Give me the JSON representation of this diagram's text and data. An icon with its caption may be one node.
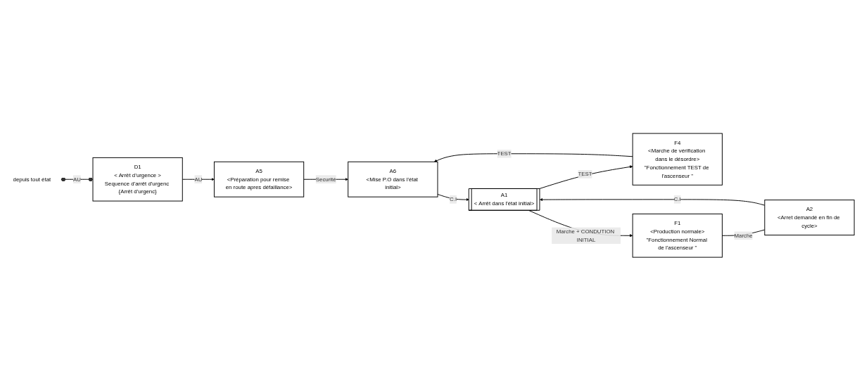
{
  "diagram": {
    "nodes": [
      {
        "text": [
          "A6",
          "<Mise P.O dans l'état initial>"
        ]
      },
      {
        "text": [
          "A1",
          "< Arrêt dans l'état initial>"
        ]
      },
      {
        "text": [
          "F4",
          "<Marche de vérification dans le désordre>",
          "\"Fonctionnement TEST de l'ascenseur \""
        ]
      },
      {
        "text": [
          "A5",
          "<Préparation pour remise en route apres défaillance>"
        ]
      },
      {
        "text": [
          "A2",
          "<Arret demandé en fin de cycle>"
        ]
      },
      {
        "text": [
          "F1",
          "<Production normale>",
          "\"Fonctionnement Normal de l'ascenseur \""
        ]
      },
      {
        "text": [
          "D1",
          "< Arrêt d’urgence >",
          "Sequence d'arrêt d'urgenc {Arrêt d'urgenc}"
        ]
      },
      {
        "text": [
          "depuis tout état"
        ]
      }
    ],
    "edges": [
      {
        "from": 2,
        "to": 0,
        "arrow": "to",
        "label": "TEST"
      },
      {
        "from": 0,
        "to": 1,
        "arrow": "to",
        "label": "C.I"
      },
      {
        "from": 1,
        "to": 2,
        "arrow": "to",
        "label": "TEST"
      },
      {
        "from": 1,
        "to": 5,
        "arrow": "to",
        "label": "Marche + CONDUTION INITIAL"
      },
      {
        "from": 3,
        "to": 0,
        "arrow": "to",
        "label": "Securité"
      },
      {
        "from": 4,
        "to": 1,
        "arrow": "to",
        "label": "C.I"
      },
      {
        "from": 5,
        "to": 4,
        "arrow": "none",
        "label": "Marche"
      },
      {
        "from": 6,
        "to": 3,
        "arrow": "to",
        "label": "AU"
      },
      {
        "from": 7,
        "to": 6,
        "arrow": "other",
        "label": "AU"
      }
    ]
  }
}
